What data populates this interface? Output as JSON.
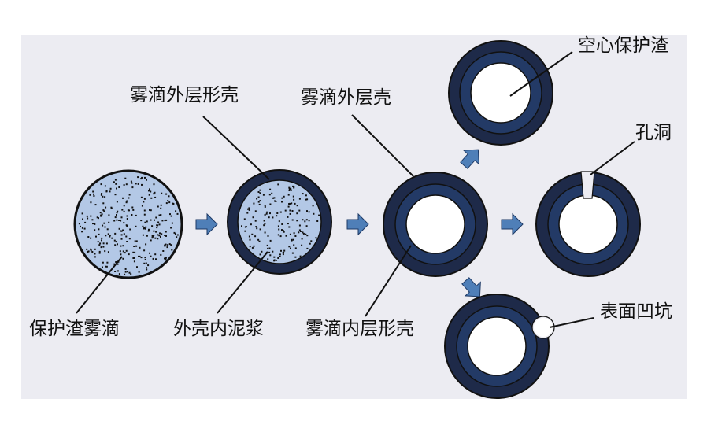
{
  "labels": {
    "droplet_outer_shell": "雾滴外层形壳",
    "droplet_outer_shell_b": "雾滴外层壳",
    "hollow_slag": "空心保护渣",
    "hole": "孔洞",
    "flux_droplet": "保护渣雾滴",
    "slurry_in_shell": "外壳内泥浆",
    "droplet_inner_shell": "雾滴内层形壳",
    "surface_pit": "表面凹坑"
  },
  "colors": {
    "panel": "#ececf2",
    "shell_dark": "#1e2a49",
    "shell_light": "#233a66",
    "slurry": "#b3c8e6",
    "arrow": "#4f7fb8",
    "line": "#111111"
  }
}
